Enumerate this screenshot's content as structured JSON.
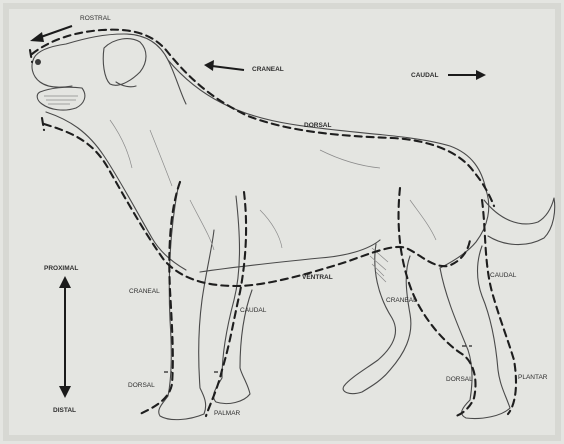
{
  "colors": {
    "paper": "#e4e5e1",
    "ink": "#1e1e1e",
    "label": "#2e2e2e"
  },
  "labels": {
    "rostral": "ROSTRAL",
    "craneal_top": "CRANEAL",
    "caudal_top": "CAUDAL",
    "dorsal_back": "DORSAL",
    "ventral": "VENTRAL",
    "proximal": "PROXIMAL",
    "distal": "DISTAL",
    "craneal_front_leg": "CRANEAL",
    "caudal_front_leg": "CAUDAL",
    "dorsal_front_paw": "DORSAL",
    "palmar": "PALMAR",
    "craneal_hind_leg": "CRANEAL",
    "caudal_hind_leg": "CAUDAL",
    "dorsal_hind_paw": "DORSAL",
    "plantar": "PLANTAR"
  }
}
